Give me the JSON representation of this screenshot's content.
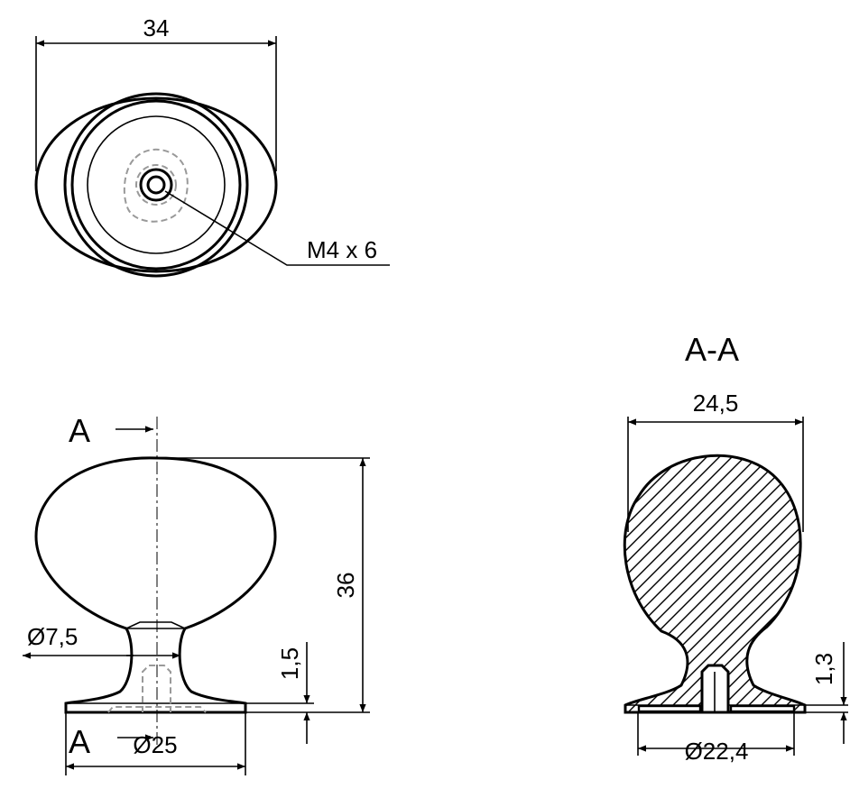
{
  "top_view": {
    "width_dim": "34",
    "thread_callout": "M4 x 6"
  },
  "front_view": {
    "section_mark": "A",
    "height_dim": "36",
    "neck_dia": "Ø7,5",
    "base_thickness": "1,5",
    "base_dia": "Ø25"
  },
  "section_view": {
    "title": "A-A",
    "ball_dia": "24,5",
    "base_dia": "Ø22,4",
    "base_thickness": "1,3"
  }
}
